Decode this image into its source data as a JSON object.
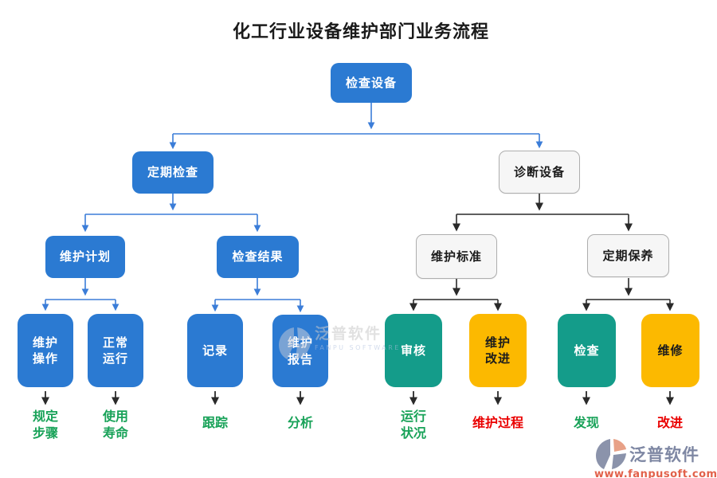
{
  "title": "化工行业设备维护部门业务流程",
  "colors": {
    "node_blue": "#2b7ad2",
    "node_teal": "#149c8a",
    "node_yellow": "#fcb900",
    "node_white_bg": "#f6f6f6",
    "node_white_border": "#aeaeae",
    "line_blue": "#3b7dd8",
    "line_black": "#2a2a2a",
    "label_green": "#18a258",
    "label_red": "#ea0000"
  },
  "nodes": {
    "inspect_equipment": {
      "label": "检查设备"
    },
    "periodic_inspection": {
      "label": "定期检查"
    },
    "diagnose_equipment": {
      "label": "诊断设备"
    },
    "maintenance_plan": {
      "label": "维护计划"
    },
    "inspection_result": {
      "label": "检查结果"
    },
    "maintenance_standard": {
      "label": "维护标准"
    },
    "periodic_upkeep": {
      "label": "定期保养"
    },
    "maintenance_operation": {
      "label": "维护\n操作"
    },
    "normal_operation": {
      "label": "正常\n运行"
    },
    "record": {
      "label": "记录"
    },
    "maintenance_report": {
      "label": "维护\n报告"
    },
    "audit": {
      "label": "审核"
    },
    "maintenance_improvement": {
      "label": "维护\n改进"
    },
    "inspect": {
      "label": "检查"
    },
    "repair": {
      "label": "维修"
    }
  },
  "outcomes": {
    "prescribed_steps": "规定\n步骤",
    "service_life": "使用\n寿命",
    "tracking": "跟踪",
    "analysis": "分析",
    "running_status": "运行\n状况",
    "maintenance_process": "维护过程",
    "discovery": "发现",
    "improvement": "改进"
  },
  "watermark_center": {
    "brand": "泛普软件",
    "subtitle": "FANPU SOFTWARE"
  },
  "watermark_footer": {
    "brand": "泛普软件",
    "url": "www.fanpusoft.com"
  }
}
